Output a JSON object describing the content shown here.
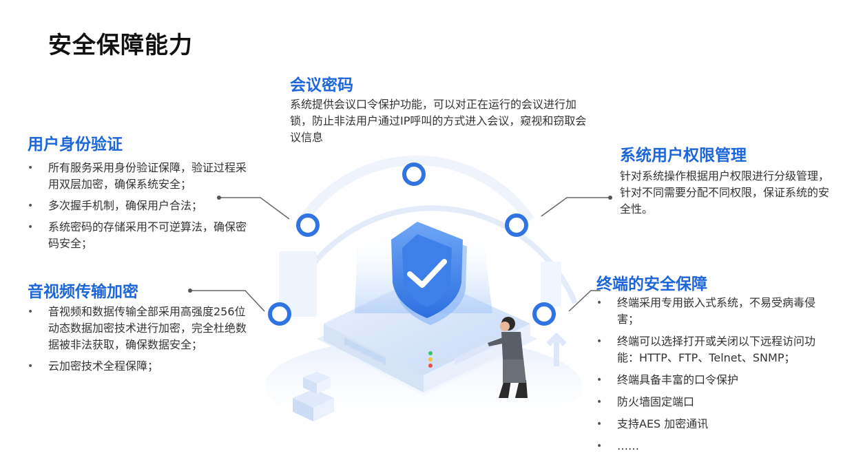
{
  "page": {
    "title": "安全保障能力"
  },
  "sections": {
    "meeting_password": {
      "title": "会议密码",
      "text": "系统提供会议口令保护功能，可以对正在运行的会议进行加锁，防止非法用户通过IP呼叫的方式进入会议，窥视和窃取会议信息"
    },
    "user_auth": {
      "title": "用户身份验证",
      "items": [
        "所有服务采用身份验证保障，验证过程采用双层加密，确保系统安全；",
        "多次握手机制，确保用户合法；",
        "系统密码的存储采用不可逆算法，确保密码安全；"
      ]
    },
    "av_encryption": {
      "title": "音视频传输加密",
      "items": [
        "音视频和数据传输全部采用高强度256位动态数据加密技术进行加密，完全杜绝数据被非法获取，确保数据安全；",
        "云加密技术全程保障；"
      ]
    },
    "permission": {
      "title": "系统用户权限管理",
      "text": "针对系统操作根据用户权限进行分级管理，针对不同需要分配不同权限，保证系统的安全性。"
    },
    "terminal": {
      "title": "终端的安全保障",
      "items": [
        "终端采用专用嵌入式系统，不易受病毒侵害；",
        "终端可以选择打开或关闭以下远程访问功能：HTTP、FTP、Telnet、SNMP；",
        "终端具备丰富的口令保护",
        "防火墙固定端口",
        "支持AES 加密通讯",
        "……"
      ]
    }
  },
  "colors": {
    "accent": "#1d66d9",
    "ring": "#2f74e0",
    "text": "#333333"
  },
  "icons": {
    "center": "shield-check-icon",
    "person": "person-figure"
  }
}
